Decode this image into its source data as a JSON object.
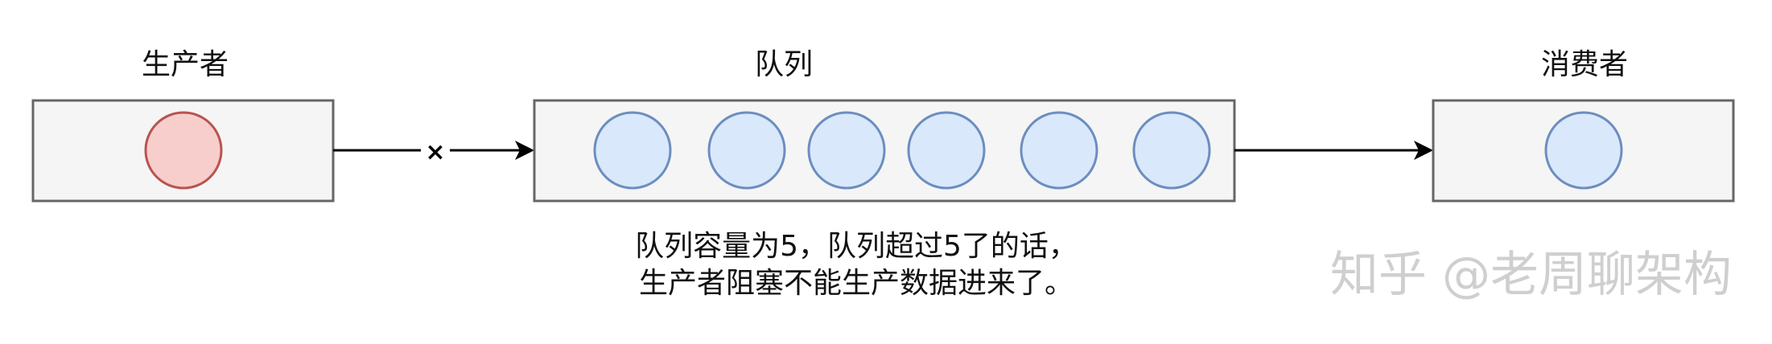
{
  "producer": {
    "label": "生产者",
    "item_color": {
      "fill": "#f8cecc",
      "stroke": "#b85450"
    }
  },
  "queue": {
    "label": "队列",
    "capacity": 5,
    "item_count": 6,
    "item_color": {
      "fill": "#dae8fc",
      "stroke": "#6c8ebf"
    }
  },
  "consumer": {
    "label": "消费者",
    "item_color": {
      "fill": "#dae8fc",
      "stroke": "#6c8ebf"
    }
  },
  "edges": {
    "producer_to_queue_marker": "×"
  },
  "note": {
    "line1": "队列容量为5，队列超过5了的话，",
    "line2": "生产者阻塞不能生产数据进来了。"
  },
  "watermark": {
    "text": "知乎 @老周聊架构"
  }
}
